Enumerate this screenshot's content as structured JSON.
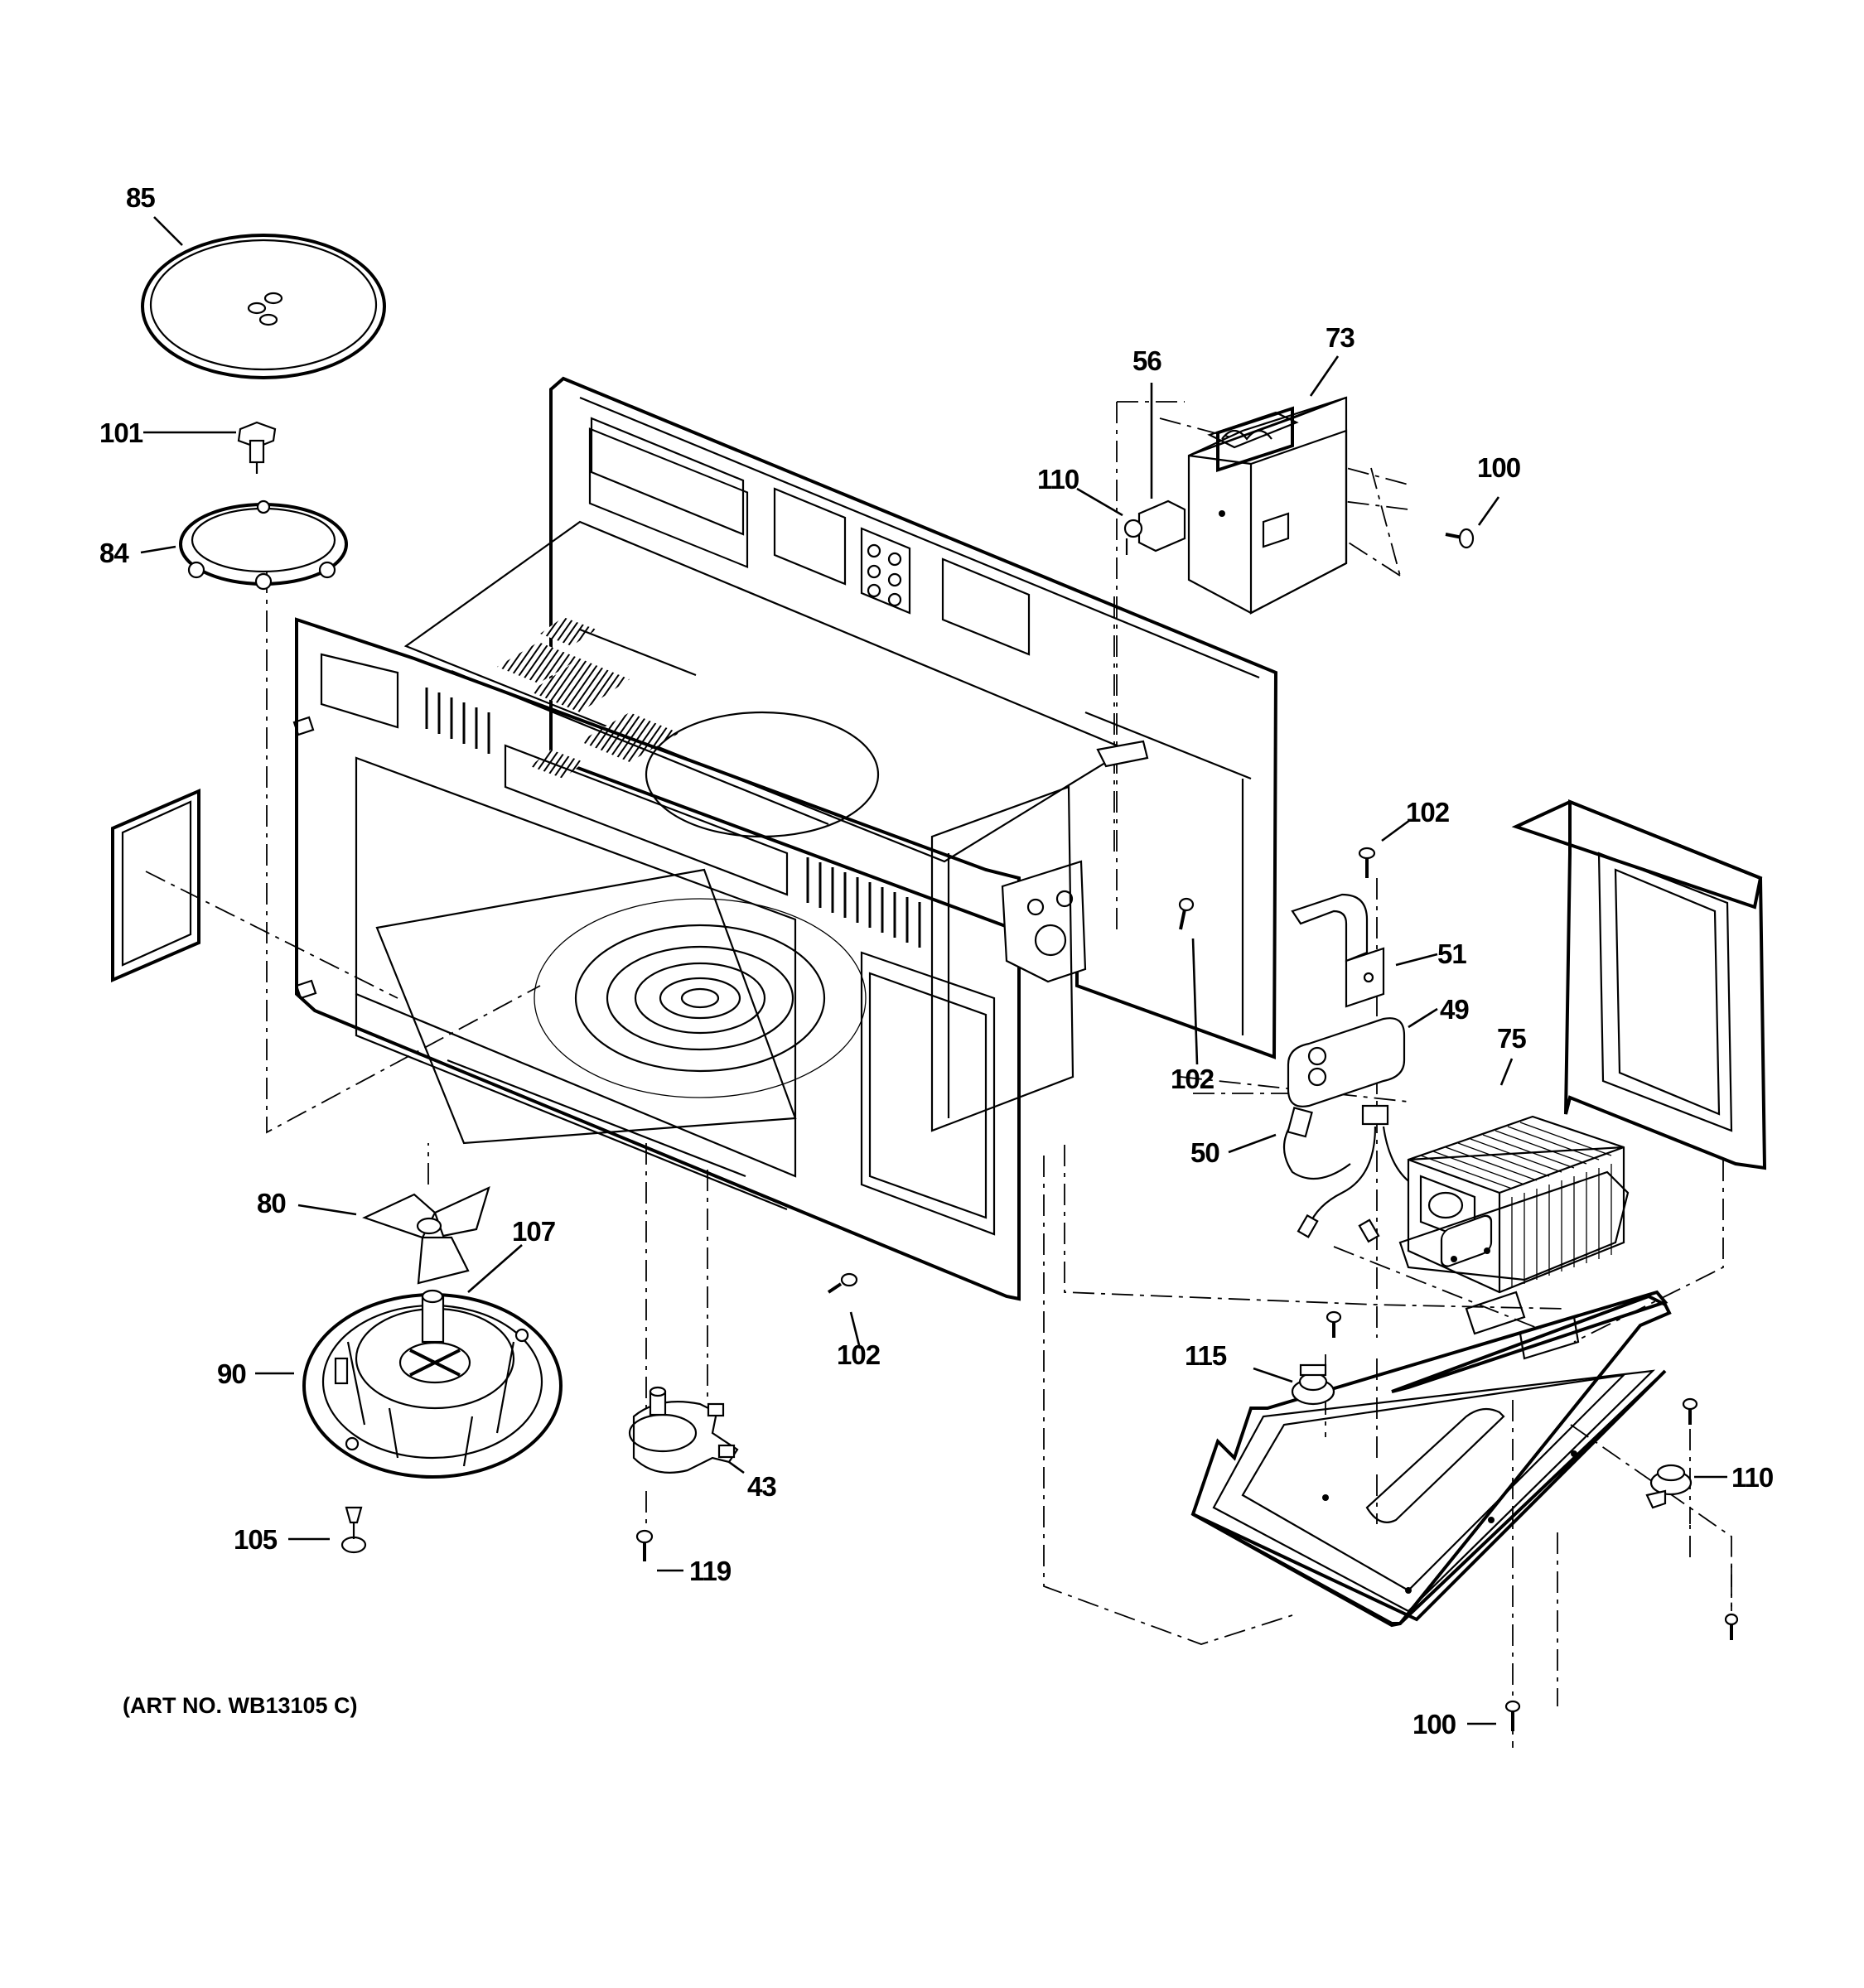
{
  "diagram": {
    "art_number": "(ART NO. WB13105 C)",
    "callouts": {
      "c85": "85",
      "c101": "101",
      "c84": "84",
      "c56": "56",
      "c73": "73",
      "c110a": "110",
      "c100a": "100",
      "c102a": "102",
      "c51": "51",
      "c49": "49",
      "c75": "75",
      "c102b": "102",
      "c50": "50",
      "c80": "80",
      "c107": "107",
      "c90": "90",
      "c102c": "102",
      "c115": "115",
      "c110b": "110",
      "c43": "43",
      "c105": "105",
      "c119": "119",
      "c100b": "100"
    }
  }
}
